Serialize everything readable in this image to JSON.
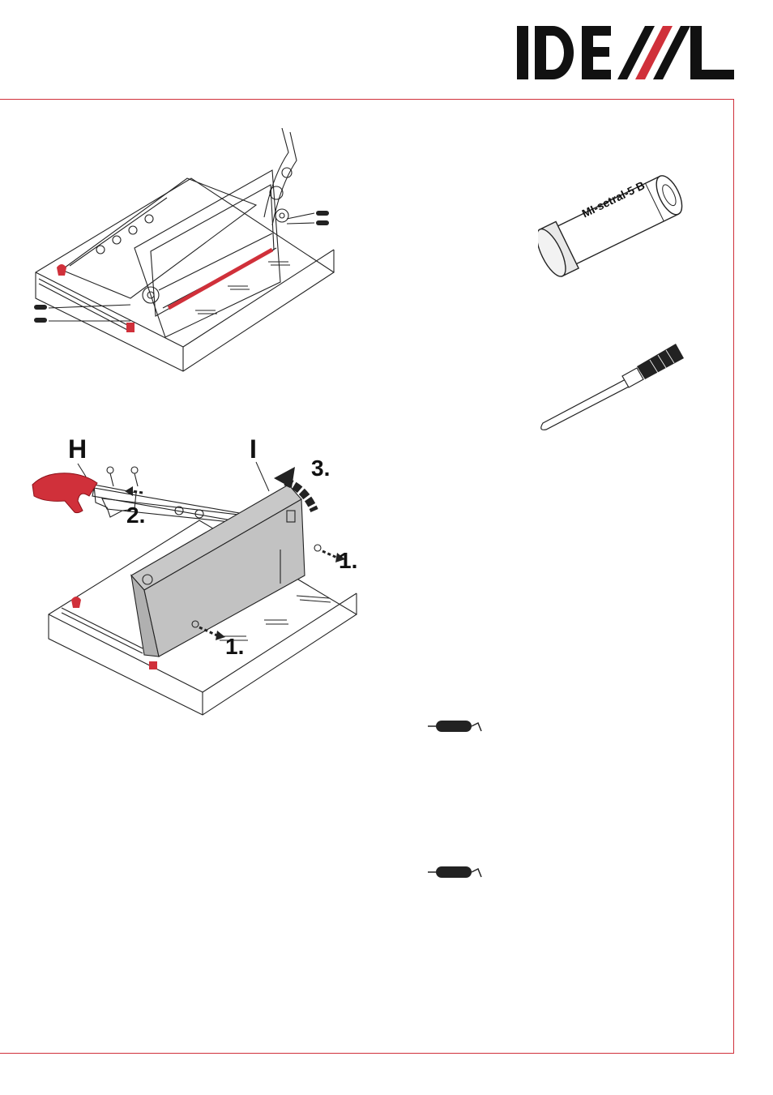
{
  "brand": {
    "logo_text": "IDEAL",
    "accent_color": "#d0303a"
  },
  "figure_top": {
    "icon": "grease-tube-icon"
  },
  "figure_bottom": {
    "labels": {
      "handle": "H",
      "blade_guard": "I"
    },
    "steps": {
      "step1_right": "1.",
      "step1_bottom": "1.",
      "step2": "2.",
      "step3": "3."
    }
  },
  "grease_tube": {
    "label": "MI-setral-5 B"
  },
  "brush": {
    "icon": "brush-icon"
  },
  "grease_markers": [
    {
      "icon": "grease-tube-icon"
    },
    {
      "icon": "grease-tube-icon"
    }
  ]
}
